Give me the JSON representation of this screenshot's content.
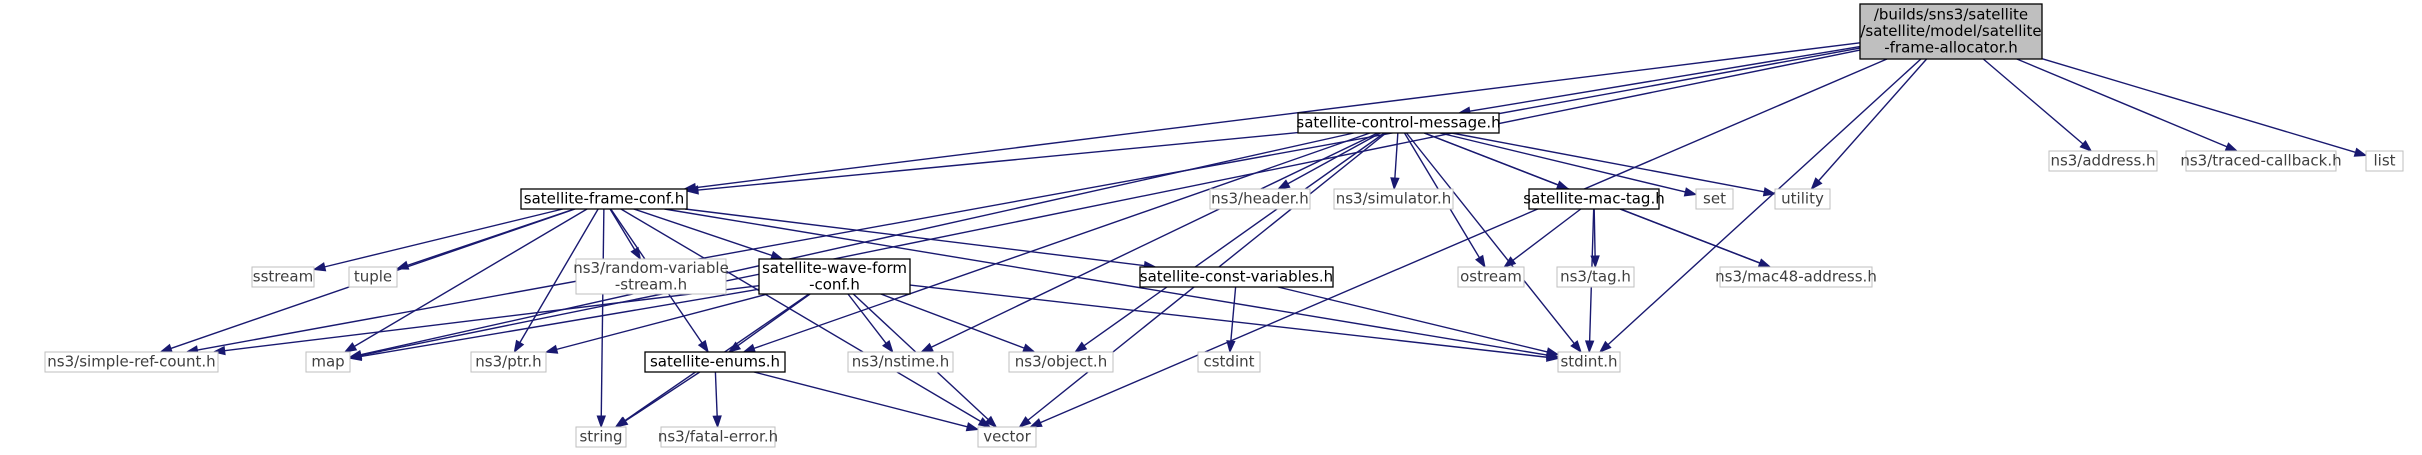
{
  "graph": {
    "nodes": [
      {
        "id": "root",
        "lines": [
          "/builds/sns3/satellite",
          "/satellite/model/satellite",
          "-frame-allocator.h"
        ],
        "style": "root"
      },
      {
        "id": "ctrl",
        "lines": [
          "satellite-control-message.h"
        ],
        "style": "local"
      },
      {
        "id": "fconf",
        "lines": [
          "satellite-frame-conf.h"
        ],
        "style": "local"
      },
      {
        "id": "mactag",
        "lines": [
          "satellite-mac-tag.h"
        ],
        "style": "local"
      },
      {
        "id": "wave",
        "lines": [
          "satellite-wave-form",
          "-conf.h"
        ],
        "style": "local"
      },
      {
        "id": "constvar",
        "lines": [
          "satellite-const-variables.h"
        ],
        "style": "local"
      },
      {
        "id": "enums",
        "lines": [
          "satellite-enums.h"
        ],
        "style": "local"
      },
      {
        "id": "address",
        "lines": [
          "ns3/address.h"
        ],
        "style": "system"
      },
      {
        "id": "traced",
        "lines": [
          "ns3/traced-callback.h"
        ],
        "style": "system"
      },
      {
        "id": "list",
        "lines": [
          "list"
        ],
        "style": "system"
      },
      {
        "id": "header",
        "lines": [
          "ns3/header.h"
        ],
        "style": "system"
      },
      {
        "id": "simulator",
        "lines": [
          "ns3/simulator.h"
        ],
        "style": "system"
      },
      {
        "id": "set",
        "lines": [
          "set"
        ],
        "style": "system"
      },
      {
        "id": "utility",
        "lines": [
          "utility"
        ],
        "style": "system"
      },
      {
        "id": "sstream",
        "lines": [
          "sstream"
        ],
        "style": "system"
      },
      {
        "id": "tuple",
        "lines": [
          "tuple"
        ],
        "style": "system"
      },
      {
        "id": "randvar",
        "lines": [
          "ns3/random-variable",
          "-stream.h"
        ],
        "style": "system"
      },
      {
        "id": "ostream",
        "lines": [
          "ostream"
        ],
        "style": "system"
      },
      {
        "id": "tag",
        "lines": [
          "ns3/tag.h"
        ],
        "style": "system"
      },
      {
        "id": "mac48",
        "lines": [
          "ns3/mac48-address.h"
        ],
        "style": "system"
      },
      {
        "id": "simpleref",
        "lines": [
          "ns3/simple-ref-count.h"
        ],
        "style": "system"
      },
      {
        "id": "map",
        "lines": [
          "map"
        ],
        "style": "system"
      },
      {
        "id": "ptr",
        "lines": [
          "ns3/ptr.h"
        ],
        "style": "system"
      },
      {
        "id": "nstime",
        "lines": [
          "ns3/nstime.h"
        ],
        "style": "system"
      },
      {
        "id": "object",
        "lines": [
          "ns3/object.h"
        ],
        "style": "system"
      },
      {
        "id": "cstdint",
        "lines": [
          "cstdint"
        ],
        "style": "system"
      },
      {
        "id": "stdint",
        "lines": [
          "stdint.h"
        ],
        "style": "system"
      },
      {
        "id": "string",
        "lines": [
          "string"
        ],
        "style": "system"
      },
      {
        "id": "fatal",
        "lines": [
          "ns3/fatal-error.h"
        ],
        "style": "system"
      },
      {
        "id": "vector",
        "lines": [
          "vector"
        ],
        "style": "system"
      }
    ],
    "edges": [
      [
        "root",
        "ctrl"
      ],
      [
        "root",
        "fconf"
      ],
      [
        "root",
        "address"
      ],
      [
        "root",
        "traced"
      ],
      [
        "root",
        "list"
      ],
      [
        "root",
        "utility"
      ],
      [
        "root",
        "simpleref"
      ],
      [
        "root",
        "map"
      ],
      [
        "root",
        "stdint"
      ],
      [
        "root",
        "vector"
      ],
      [
        "ctrl",
        "fconf"
      ],
      [
        "ctrl",
        "header"
      ],
      [
        "ctrl",
        "simulator"
      ],
      [
        "ctrl",
        "set"
      ],
      [
        "ctrl",
        "utility"
      ],
      [
        "ctrl",
        "mactag"
      ],
      [
        "ctrl",
        "ostream"
      ],
      [
        "ctrl",
        "mac48"
      ],
      [
        "ctrl",
        "map"
      ],
      [
        "ctrl",
        "enums"
      ],
      [
        "ctrl",
        "nstime"
      ],
      [
        "ctrl",
        "object"
      ],
      [
        "ctrl",
        "vector"
      ],
      [
        "ctrl",
        "stdint"
      ],
      [
        "fconf",
        "sstream"
      ],
      [
        "fconf",
        "tuple"
      ],
      [
        "fconf",
        "randvar"
      ],
      [
        "fconf",
        "wave"
      ],
      [
        "fconf",
        "constvar"
      ],
      [
        "fconf",
        "simpleref"
      ],
      [
        "fconf",
        "map"
      ],
      [
        "fconf",
        "ptr"
      ],
      [
        "fconf",
        "enums"
      ],
      [
        "fconf",
        "string"
      ],
      [
        "fconf",
        "vector"
      ],
      [
        "fconf",
        "stdint"
      ],
      [
        "mactag",
        "ostream"
      ],
      [
        "mactag",
        "tag"
      ],
      [
        "mactag",
        "mac48"
      ],
      [
        "mactag",
        "stdint"
      ],
      [
        "wave",
        "simpleref"
      ],
      [
        "wave",
        "map"
      ],
      [
        "wave",
        "ptr"
      ],
      [
        "wave",
        "enums"
      ],
      [
        "wave",
        "nstime"
      ],
      [
        "wave",
        "object"
      ],
      [
        "wave",
        "string"
      ],
      [
        "wave",
        "vector"
      ],
      [
        "wave",
        "stdint"
      ],
      [
        "constvar",
        "cstdint"
      ],
      [
        "constvar",
        "stdint"
      ],
      [
        "enums",
        "string"
      ],
      [
        "enums",
        "fatal"
      ],
      [
        "enums",
        "vector"
      ]
    ]
  },
  "colors": {
    "edge": "#191970",
    "root_fill": "#bfbfbf",
    "root_stroke": "#000000",
    "local_stroke": "#000000",
    "system_stroke": "#bfbfbf",
    "system_text": "#3f3f3f"
  }
}
